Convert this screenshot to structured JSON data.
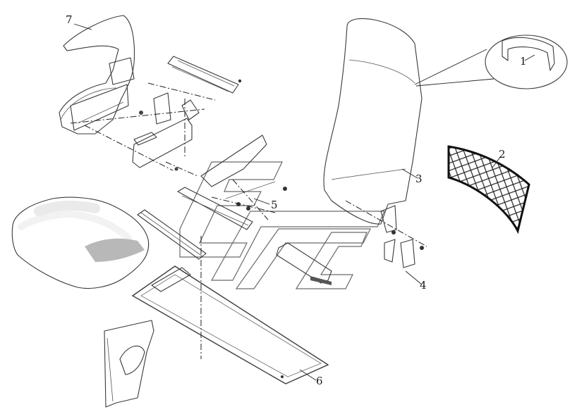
{
  "callouts": [
    {
      "id": "1",
      "label": "1"
    },
    {
      "id": "2",
      "label": "2"
    },
    {
      "id": "3",
      "label": "3"
    },
    {
      "id": "4",
      "label": "4"
    },
    {
      "id": "5",
      "label": "5"
    },
    {
      "id": "6",
      "label": "6"
    },
    {
      "id": "7",
      "label": "7"
    }
  ],
  "colors": {
    "line": "#3a3a3a",
    "cushion_light": "#e8e8e8",
    "cushion_dark": "#c9c9c9",
    "net": "#1a1a1a"
  },
  "icons": [
    "watermark-logo"
  ]
}
